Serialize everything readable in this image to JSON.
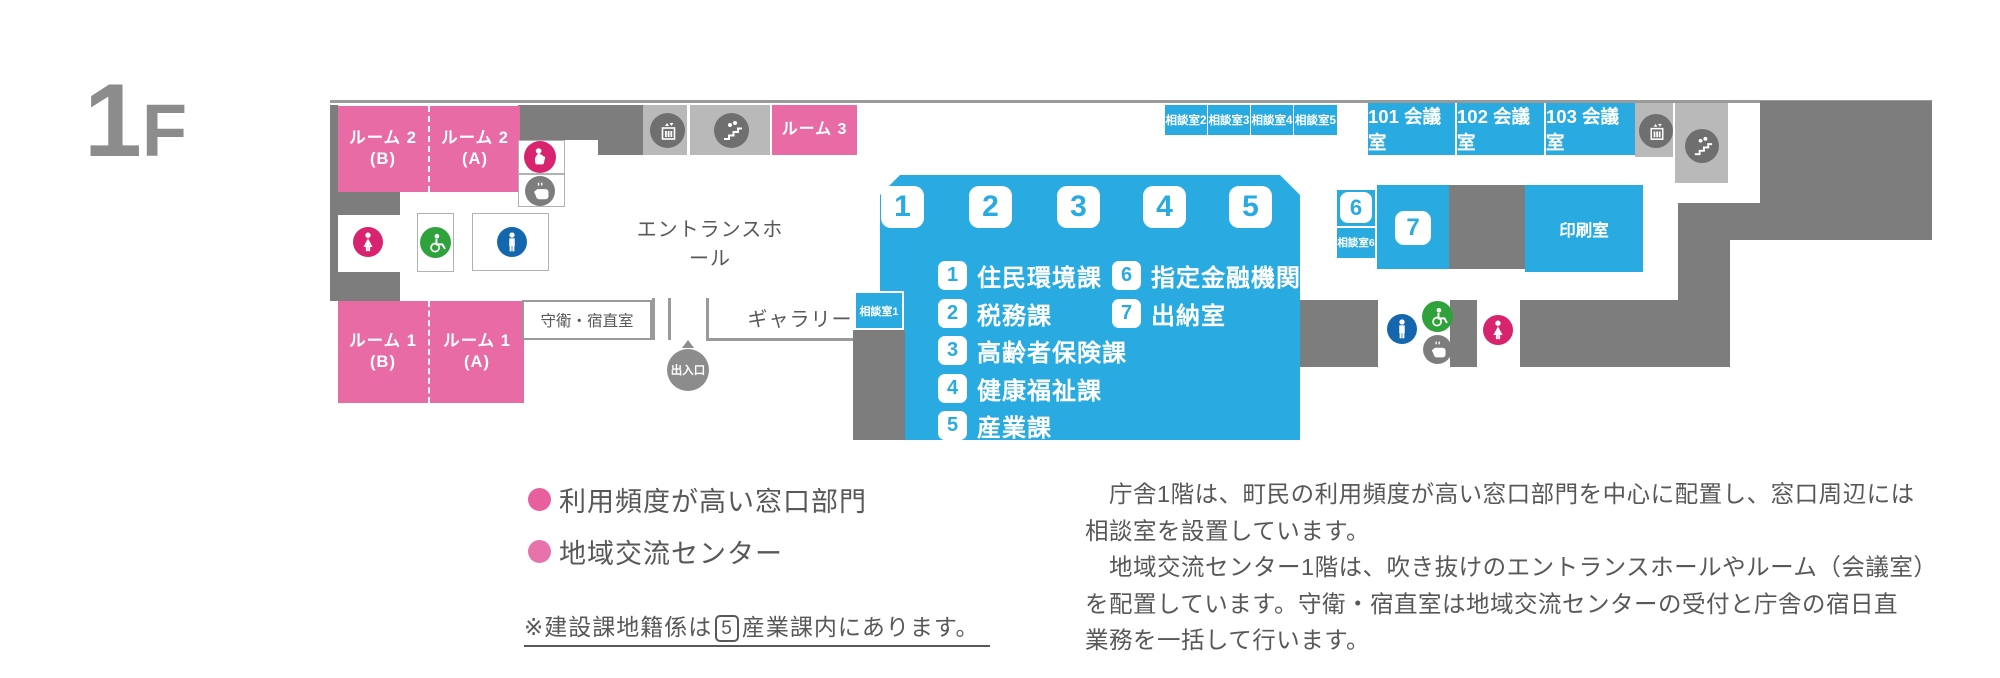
{
  "floor": {
    "num": "1",
    "suffix": "F"
  },
  "colors": {
    "counter_blue": "#29abe2",
    "community_pink": "#e96ba6",
    "restroom_female_pink": "#d8246f",
    "restroom_male_blue": "#1467ae",
    "accessible_green": "#2fa23c",
    "wall_dark_gray": "#7d7d7d",
    "core_light_gray": "#b9b9b9",
    "icon_circle_gray": "#6f6f6f",
    "text_gray": "#595757"
  },
  "rooms": {
    "room2b": [
      "ルーム 2",
      "(B)"
    ],
    "room2a": [
      "ルーム 2",
      "(A)"
    ],
    "room1b": [
      "ルーム 1",
      "(B)"
    ],
    "room1a": [
      "ルーム 1",
      "(A)"
    ],
    "room3": "ルーム 3",
    "print": "印刷室",
    "guard": "守衛・宿直室"
  },
  "areas": {
    "entrance_hall": "エントランスホール",
    "gallery": "ギャラリー",
    "exit": "出入口"
  },
  "consult": {
    "c1": "相談室1",
    "row": [
      "相談室2",
      "相談室3",
      "相談室4",
      "相談室5"
    ],
    "c6": "相談室6"
  },
  "meetings": [
    "101 会議室",
    "102 会議室",
    "103 会議室"
  ],
  "counters": [
    "1",
    "2",
    "3",
    "4",
    "5"
  ],
  "depts_left": [
    {
      "n": "1",
      "name": "住民環境課"
    },
    {
      "n": "2",
      "name": "税務課"
    },
    {
      "n": "3",
      "name": "高齢者保険課"
    },
    {
      "n": "4",
      "name": "健康福祉課"
    },
    {
      "n": "5",
      "name": "産業課"
    }
  ],
  "depts_right": [
    {
      "n": "6",
      "name": "指定金融機関"
    },
    {
      "n": "7",
      "name": "出納室"
    }
  ],
  "room6_num": "6",
  "room7_num": "7",
  "legend": [
    {
      "label": "利用頻度が高い窓口部門",
      "color": "#e85f9d"
    },
    {
      "label": "地域交流センター",
      "color": "#e873ab"
    }
  ],
  "note": {
    "prefix": "※建設課地籍係は",
    "boxed": "5",
    "suffix": "産業課内にあります。"
  },
  "description": "　庁舎1階は、町民の利用頻度が高い窓口部門を中心に配置し、窓口周辺には\n相談室を設置しています。\n　地域交流センター1階は、吹き抜けのエントランスホールやルーム（会議室）\nを配置しています。守衛・宿直室は地域交流センターの受付と庁舎の宿日直\n業務を一括して行います。",
  "icons": [
    "female-restroom-icon",
    "male-restroom-icon",
    "accessible-restroom-icon",
    "nursing-room-icon",
    "hot-water-icon",
    "elevator-icon",
    "stairs-icon",
    "exit-icon"
  ]
}
